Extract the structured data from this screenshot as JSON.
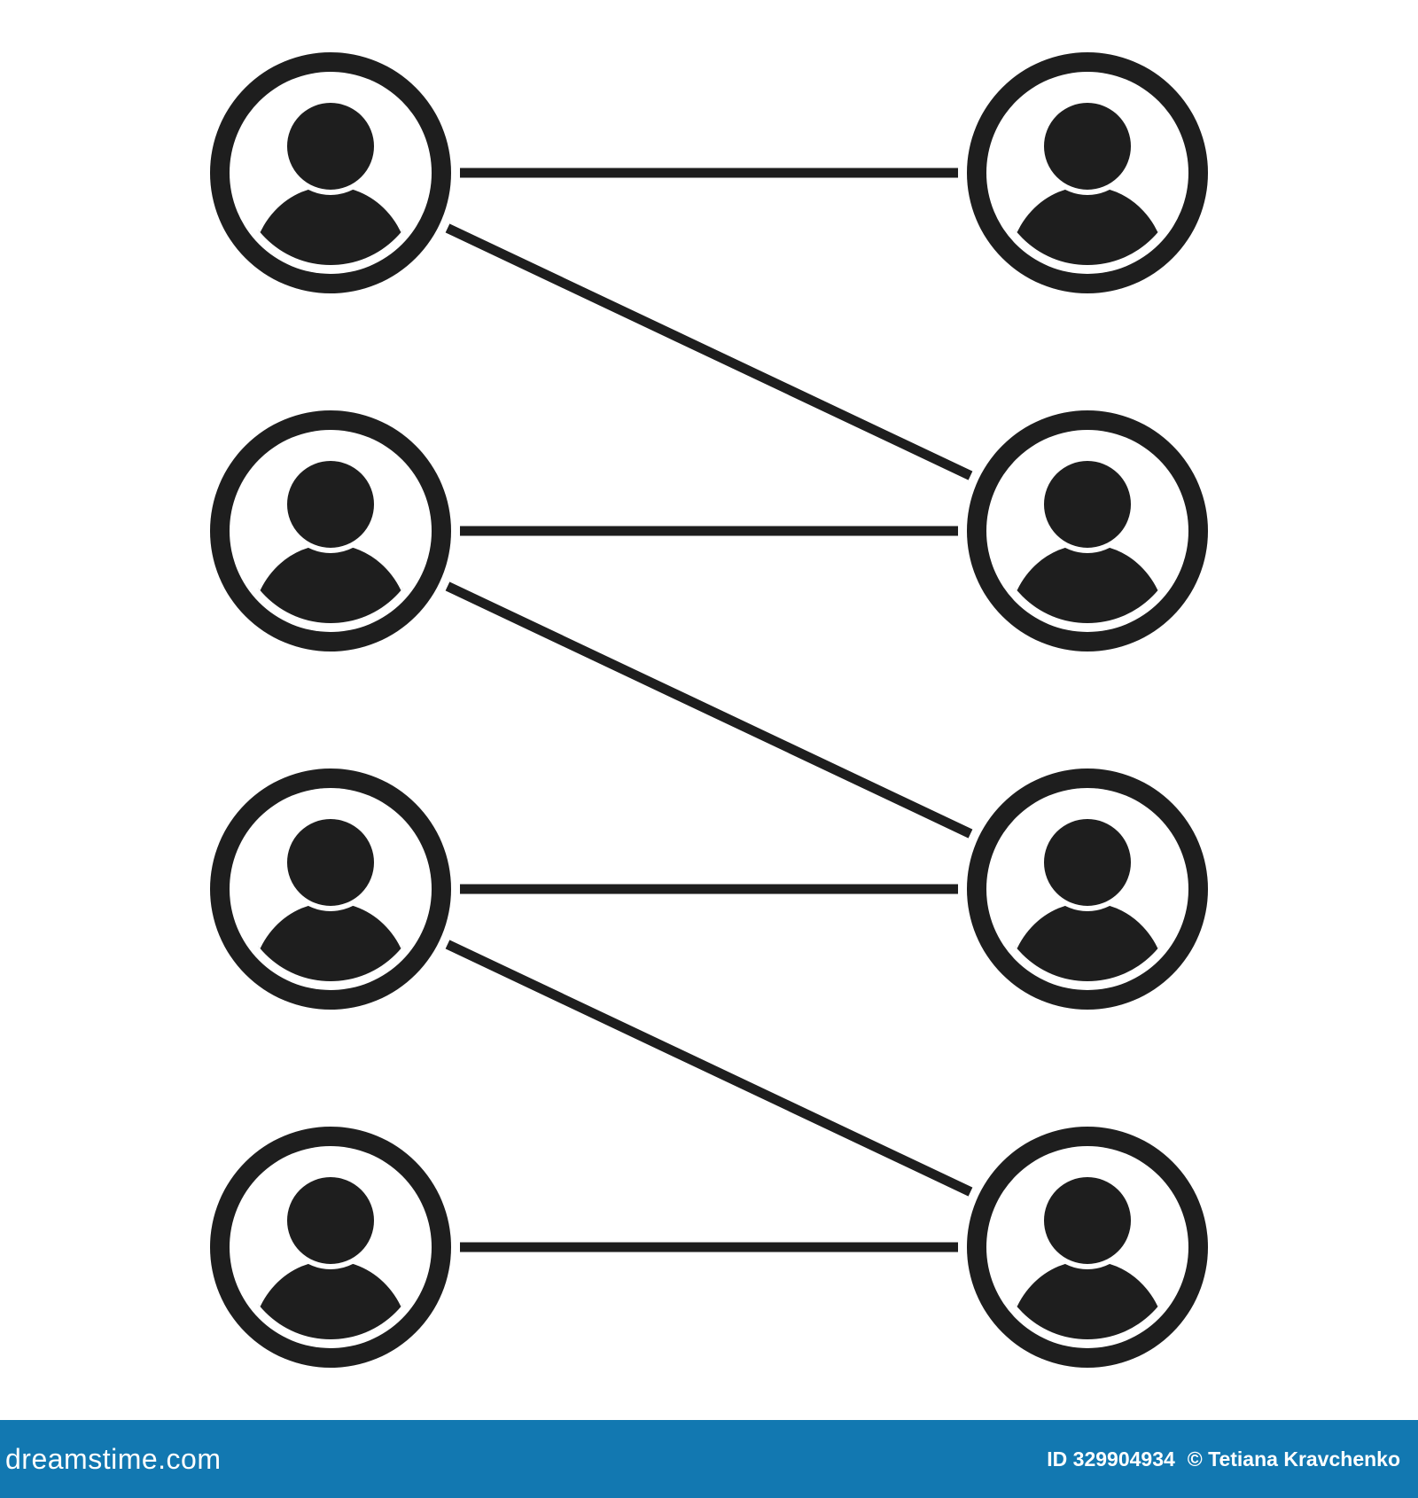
{
  "colors": {
    "foreground": "#1e1e1e",
    "background": "#ffffff",
    "footer": "#1278b1",
    "footer_text": "#ffffff"
  },
  "icons": {
    "node": "user-avatar-icon"
  },
  "nodes": [
    {
      "id": "L1",
      "column": "left",
      "row": 1
    },
    {
      "id": "L2",
      "column": "left",
      "row": 2
    },
    {
      "id": "L3",
      "column": "left",
      "row": 3
    },
    {
      "id": "L4",
      "column": "left",
      "row": 4
    },
    {
      "id": "R1",
      "column": "right",
      "row": 1
    },
    {
      "id": "R2",
      "column": "right",
      "row": 2
    },
    {
      "id": "R3",
      "column": "right",
      "row": 3
    },
    {
      "id": "R4",
      "column": "right",
      "row": 4
    }
  ],
  "edges": [
    {
      "from": "L1",
      "to": "R1"
    },
    {
      "from": "L1",
      "to": "R2"
    },
    {
      "from": "L2",
      "to": "R2"
    },
    {
      "from": "L2",
      "to": "R3"
    },
    {
      "from": "L3",
      "to": "R3"
    },
    {
      "from": "L3",
      "to": "R4"
    },
    {
      "from": "L4",
      "to": "R4"
    }
  ],
  "footer": {
    "brand": "dreamstime.com",
    "id_label": "ID 329904934",
    "copyright": "©",
    "author": "Tetiana Kravchenko"
  }
}
